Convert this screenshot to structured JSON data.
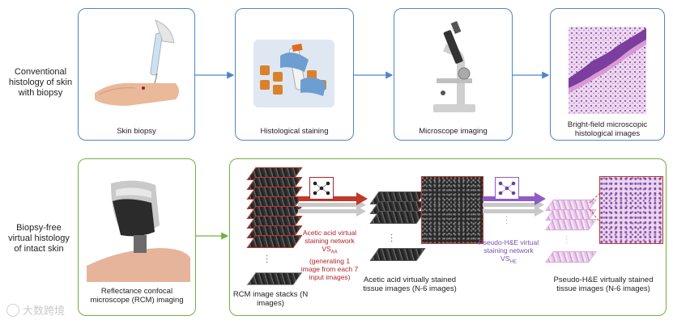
{
  "row_labels": {
    "conventional": "Conventional histology of skin with biopsy",
    "biopsy_free": "Biopsy-free virtual histology of intact skin"
  },
  "conventional_steps": [
    {
      "label": "Skin biopsy"
    },
    {
      "label": "Histological staining"
    },
    {
      "label": "Microscope imaging"
    },
    {
      "label": "Bright-field microscopic histological images"
    }
  ],
  "rcm": {
    "label": "Reflectance confocal microscope (RCM) imaging"
  },
  "pipeline": {
    "rcm_stack_label": "RCM image stacks (N images)",
    "vs_aa_text": "Acetic acid virtual staining network VS",
    "vs_aa_sub": "AA",
    "vs_aa_note": "(generating 1 image from each 7 input images)",
    "acetic_label": "Acetic acid virtually stained tissue images (N-6 images)",
    "vs_he_text": "Pseudo-H&E virtual staining network VS",
    "vs_he_sub": "HE",
    "he_label": "Pseudo-H&E virtually stained tissue images (N-6 images)",
    "dots": "·\n·\n·"
  },
  "watermark": "大数跨境",
  "colors": {
    "blue_border": "#4f86c6",
    "green_border": "#6db33f",
    "red_arrow": "#c0392b",
    "purple_arrow": "#8e5cc4",
    "gray_arrow": "#c8c8c8"
  }
}
